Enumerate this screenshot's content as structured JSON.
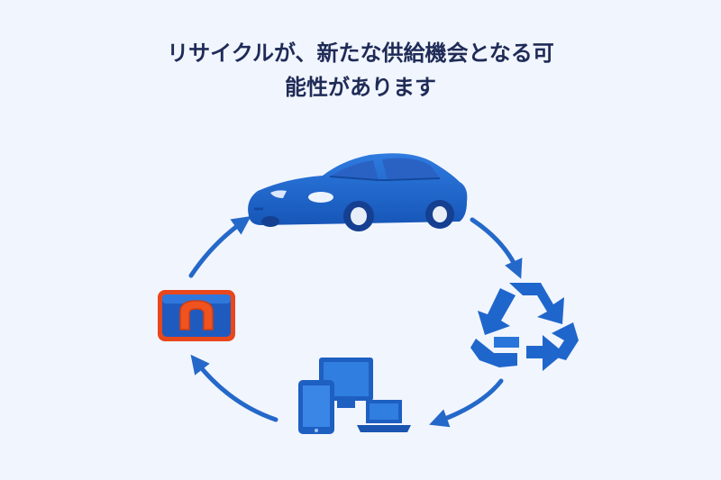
{
  "title": {
    "line1": "リサイクルが、新たな供給機会となる可",
    "line2": "能性があります"
  },
  "colors": {
    "background": "#f1f5fd",
    "title": "#1f2b57",
    "primary_blue": "#1e62c8",
    "dark_blue": "#153f91",
    "arrow_blue": "#2468c9",
    "accent_orange": "#e8471c"
  },
  "cycle": {
    "nodes": [
      {
        "id": "car",
        "icon": "car-icon"
      },
      {
        "id": "recycle",
        "icon": "recycle-icon"
      },
      {
        "id": "devices",
        "icon": "electronic-devices-icon"
      },
      {
        "id": "material",
        "icon": "nickel-material-icon"
      }
    ]
  }
}
